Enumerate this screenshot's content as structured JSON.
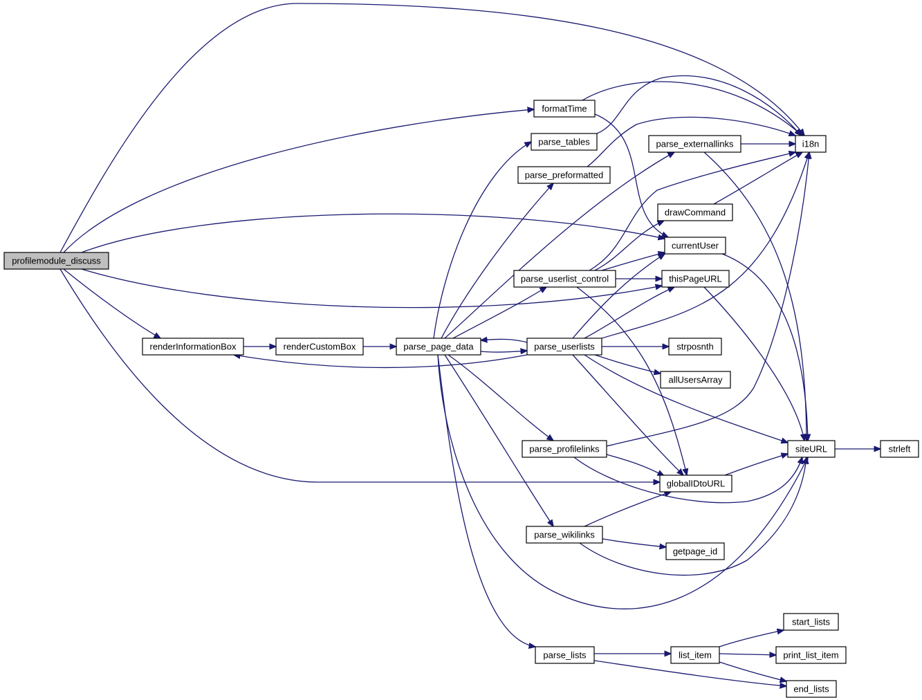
{
  "graph": {
    "colors": {
      "edge": "#191970",
      "node_border": "#000000",
      "root_fill": "#bfbfbf",
      "node_fill": "#ffffff"
    },
    "nodes": [
      {
        "id": "profilemodule_discuss",
        "label": "profilemodule_discuss",
        "root": true
      },
      {
        "id": "formatTime",
        "label": "formatTime"
      },
      {
        "id": "parse_tables",
        "label": "parse_tables"
      },
      {
        "id": "parse_preformatted",
        "label": "parse_preformatted"
      },
      {
        "id": "parse_externallinks",
        "label": "parse_externallinks"
      },
      {
        "id": "i18n",
        "label": "i18n"
      },
      {
        "id": "drawCommand",
        "label": "drawCommand"
      },
      {
        "id": "currentUser",
        "label": "currentUser"
      },
      {
        "id": "parse_userlist_control",
        "label": "parse_userlist_control"
      },
      {
        "id": "thisPageURL",
        "label": "thisPageURL"
      },
      {
        "id": "renderInformationBox",
        "label": "renderInformationBox"
      },
      {
        "id": "renderCustomBox",
        "label": "renderCustomBox"
      },
      {
        "id": "parse_page_data",
        "label": "parse_page_data"
      },
      {
        "id": "parse_userlists",
        "label": "parse_userlists"
      },
      {
        "id": "strposnth",
        "label": "strposnth"
      },
      {
        "id": "allUsersArray",
        "label": "allUsersArray"
      },
      {
        "id": "parse_profilelinks",
        "label": "parse_profilelinks"
      },
      {
        "id": "siteURL",
        "label": "siteURL"
      },
      {
        "id": "strleft",
        "label": "strleft"
      },
      {
        "id": "globalIDtoURL",
        "label": "globalIDtoURL"
      },
      {
        "id": "parse_wikilinks",
        "label": "parse_wikilinks"
      },
      {
        "id": "getpage_id",
        "label": "getpage_id"
      },
      {
        "id": "start_lists",
        "label": "start_lists"
      },
      {
        "id": "parse_lists",
        "label": "parse_lists"
      },
      {
        "id": "list_item",
        "label": "list_item"
      },
      {
        "id": "print_list_item",
        "label": "print_list_item"
      },
      {
        "id": "end_lists",
        "label": "end_lists"
      }
    ],
    "edges": [
      {
        "from": "profilemodule_discuss",
        "to": "i18n"
      },
      {
        "from": "profilemodule_discuss",
        "to": "formatTime"
      },
      {
        "from": "profilemodule_discuss",
        "to": "currentUser"
      },
      {
        "from": "profilemodule_discuss",
        "to": "thisPageURL"
      },
      {
        "from": "profilemodule_discuss",
        "to": "renderInformationBox"
      },
      {
        "from": "profilemodule_discuss",
        "to": "globalIDtoURL"
      },
      {
        "from": "formatTime",
        "to": "i18n"
      },
      {
        "from": "formatTime",
        "to": "currentUser"
      },
      {
        "from": "parse_tables",
        "to": "i18n"
      },
      {
        "from": "parse_preformatted",
        "to": "i18n"
      },
      {
        "from": "parse_externallinks",
        "to": "i18n"
      },
      {
        "from": "parse_externallinks",
        "to": "siteURL"
      },
      {
        "from": "drawCommand",
        "to": "i18n"
      },
      {
        "from": "currentUser",
        "to": "siteURL"
      },
      {
        "from": "parse_userlist_control",
        "to": "i18n"
      },
      {
        "from": "parse_userlist_control",
        "to": "drawCommand"
      },
      {
        "from": "parse_userlist_control",
        "to": "currentUser"
      },
      {
        "from": "parse_userlist_control",
        "to": "thisPageURL"
      },
      {
        "from": "parse_userlist_control",
        "to": "globalIDtoURL"
      },
      {
        "from": "thisPageURL",
        "to": "siteURL"
      },
      {
        "from": "renderInformationBox",
        "to": "renderCustomBox"
      },
      {
        "from": "renderCustomBox",
        "to": "parse_page_data"
      },
      {
        "from": "parse_page_data",
        "to": "parse_tables"
      },
      {
        "from": "parse_page_data",
        "to": "parse_preformatted"
      },
      {
        "from": "parse_page_data",
        "to": "parse_externallinks"
      },
      {
        "from": "parse_page_data",
        "to": "parse_userlist_control"
      },
      {
        "from": "parse_page_data",
        "to": "parse_userlists"
      },
      {
        "from": "parse_page_data",
        "to": "parse_profilelinks"
      },
      {
        "from": "parse_page_data",
        "to": "parse_wikilinks"
      },
      {
        "from": "parse_page_data",
        "to": "parse_lists"
      },
      {
        "from": "parse_page_data",
        "to": "siteURL"
      },
      {
        "from": "parse_userlists",
        "to": "parse_page_data"
      },
      {
        "from": "parse_userlists",
        "to": "renderInformationBox"
      },
      {
        "from": "parse_userlists",
        "to": "i18n"
      },
      {
        "from": "parse_userlists",
        "to": "currentUser"
      },
      {
        "from": "parse_userlists",
        "to": "thisPageURL"
      },
      {
        "from": "parse_userlists",
        "to": "strposnth"
      },
      {
        "from": "parse_userlists",
        "to": "allUsersArray"
      },
      {
        "from": "parse_userlists",
        "to": "siteURL"
      },
      {
        "from": "parse_userlists",
        "to": "globalIDtoURL"
      },
      {
        "from": "parse_profilelinks",
        "to": "i18n"
      },
      {
        "from": "parse_profilelinks",
        "to": "globalIDtoURL"
      },
      {
        "from": "parse_profilelinks",
        "to": "siteURL"
      },
      {
        "from": "globalIDtoURL",
        "to": "siteURL"
      },
      {
        "from": "siteURL",
        "to": "strleft"
      },
      {
        "from": "parse_wikilinks",
        "to": "globalIDtoURL"
      },
      {
        "from": "parse_wikilinks",
        "to": "getpage_id"
      },
      {
        "from": "parse_wikilinks",
        "to": "siteURL"
      },
      {
        "from": "parse_lists",
        "to": "list_item"
      },
      {
        "from": "parse_lists",
        "to": "end_lists"
      },
      {
        "from": "list_item",
        "to": "start_lists"
      },
      {
        "from": "list_item",
        "to": "print_list_item"
      },
      {
        "from": "list_item",
        "to": "end_lists"
      }
    ]
  }
}
